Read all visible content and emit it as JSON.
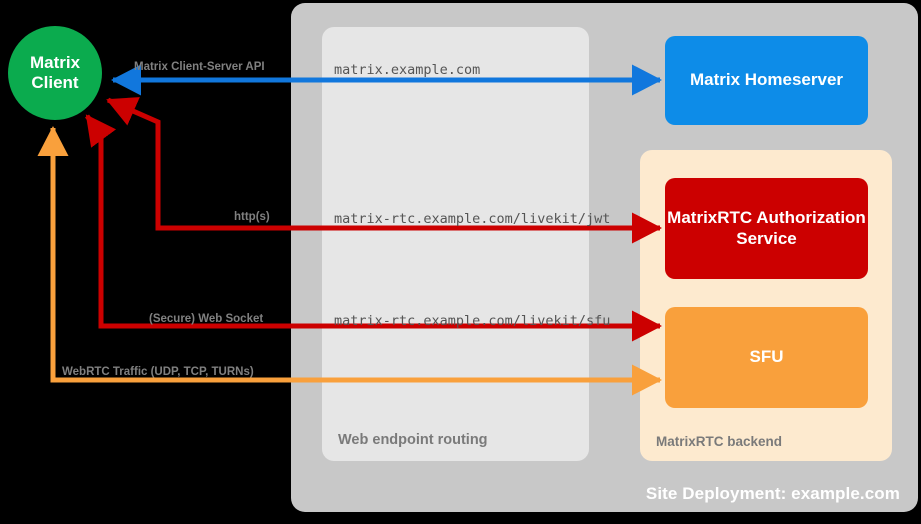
{
  "diagram": {
    "title": "Site Deployment: example.com",
    "containers": {
      "site_deployment": {
        "label": "Site Deployment: example.com",
        "color": "#c8c8c8"
      },
      "web_routing": {
        "label": "Web endpoint routing",
        "color": "#e6e6e6"
      },
      "rtc_backend": {
        "label": "MatrixRTC backend",
        "color": "#fdeacf"
      }
    },
    "nodes": {
      "client": {
        "label_line1": "Matrix",
        "label_line2": "Client",
        "color": "#0bab4e",
        "shape": "circle"
      },
      "homeserver": {
        "label": "Matrix Homeserver",
        "color": "#0d8ce8",
        "shape": "rounded-rect"
      },
      "auth_service": {
        "label": "MatrixRTC Authorization Service",
        "color": "#cc0000",
        "shape": "rounded-rect"
      },
      "sfu": {
        "label": "SFU",
        "color": "#f9a03c",
        "shape": "rounded-rect"
      }
    },
    "edges": [
      {
        "id": "cs-api",
        "label": "Matrix Client-Server API",
        "endpoint": "matrix.example.com",
        "color": "#1177dd",
        "from": "homeserver",
        "to": "client"
      },
      {
        "id": "jwt",
        "label": "http(s)",
        "endpoint": "matrix-rtc.example.com/livekit/jwt",
        "color": "#cc0000",
        "from": "auth_service",
        "to": "client"
      },
      {
        "id": "sfu-ws",
        "label": "(Secure) Web Socket",
        "endpoint": "matrix-rtc.example.com/livekit/sfu",
        "color": "#cc0000",
        "from": "sfu",
        "to": "client"
      },
      {
        "id": "webrtc",
        "label": "WebRTC Traffic (UDP, TCP, TURNs)",
        "endpoint": "",
        "color": "#f9a03c",
        "from": "sfu",
        "to": "client"
      }
    ]
  }
}
